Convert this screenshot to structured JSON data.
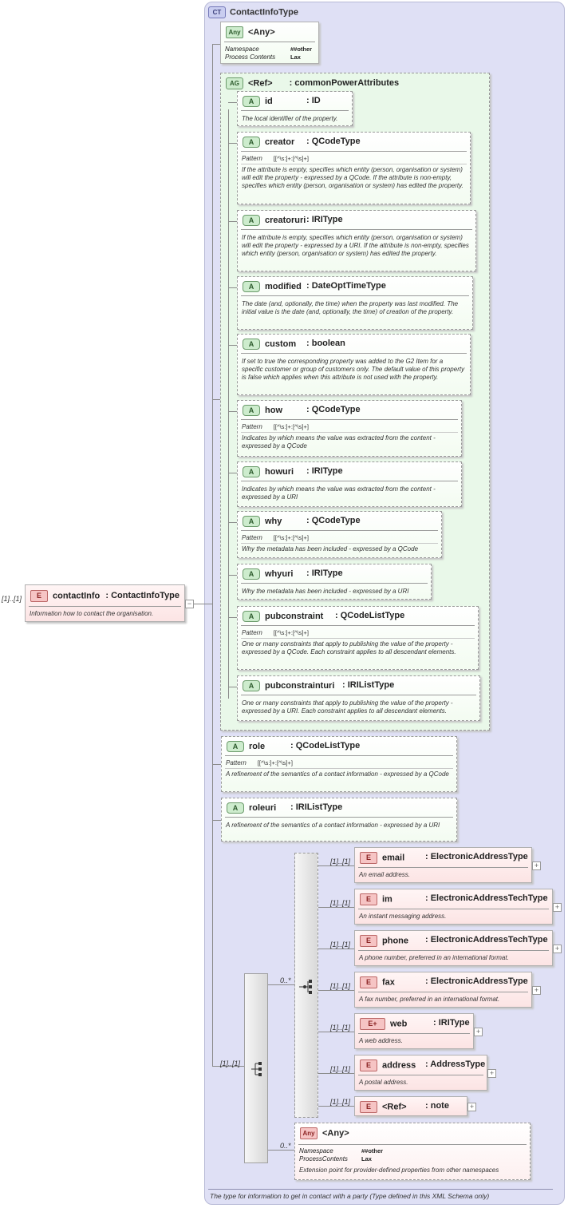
{
  "complex_type": {
    "badge": "CT",
    "name": "ContactInfoType",
    "footer": "The type for information to get in contact with a party (Type defined in this XML Schema only)"
  },
  "root_element": {
    "multiplicity": "[1]..[1]",
    "badge": "E",
    "name": "contactInfo",
    "type": ": ContactInfoType",
    "description": "Information how to contact the organisation."
  },
  "any_top": {
    "badge": "Any",
    "name": "<Any>",
    "namespace_label": "Namespace",
    "namespace_value": "##other",
    "process_label": "Process Contents",
    "process_value": "Lax"
  },
  "attribute_group": {
    "badge": "AG",
    "name": "<Ref>",
    "type": ": commonPowerAttributes",
    "attributes": [
      {
        "badge": "A",
        "name": "id",
        "type": ": ID",
        "pattern_label": "",
        "pattern": "",
        "description": "The local identifier of the property."
      },
      {
        "badge": "A",
        "name": "creator",
        "type": ": QCodeType",
        "pattern_label": "Pattern",
        "pattern": "[[^\\s:]+:[^\\s]+]",
        "description": "If the attribute is empty, specifies which entity (person, organisation or system) will edit the property - expressed by a QCode. If the attribute is non-empty, specifies which entity (person, organisation or system) has edited the property."
      },
      {
        "badge": "A",
        "name": "creatoruri",
        "type": ": IRIType",
        "pattern_label": "",
        "pattern": "",
        "description": "If the attribute is empty, specifies which entity (person, organisation or system) will edit the property - expressed by a URI. If the attribute is non-empty, specifies which entity (person, organisation or system) has edited the property."
      },
      {
        "badge": "A",
        "name": "modified",
        "type": ": DateOptTimeType",
        "pattern_label": "",
        "pattern": "",
        "description": "The date (and, optionally, the time) when the property was last modified. The initial value is the date (and, optionally, the time) of creation of the property."
      },
      {
        "badge": "A",
        "name": "custom",
        "type": ": boolean",
        "pattern_label": "",
        "pattern": "",
        "description": "If set to true the corresponding property was added to the G2 Item for a specific customer or group of customers only. The default value of this property is false which applies when this attribute is not used with the property."
      },
      {
        "badge": "A",
        "name": "how",
        "type": ": QCodeType",
        "pattern_label": "Pattern",
        "pattern": "[[^\\s:]+:[^\\s]+]",
        "description": "Indicates by which means the value was extracted from the content - expressed by a QCode"
      },
      {
        "badge": "A",
        "name": "howuri",
        "type": ": IRIType",
        "pattern_label": "",
        "pattern": "",
        "description": "Indicates by which means the value was extracted from the content - expressed by a URI"
      },
      {
        "badge": "A",
        "name": "why",
        "type": ": QCodeType",
        "pattern_label": "Pattern",
        "pattern": "[[^\\s:]+:[^\\s]+]",
        "description": "Why the metadata has been included - expressed by a QCode"
      },
      {
        "badge": "A",
        "name": "whyuri",
        "type": ": IRIType",
        "pattern_label": "",
        "pattern": "",
        "description": "Why the metadata has been included - expressed by a URI"
      },
      {
        "badge": "A",
        "name": "pubconstraint",
        "type": ": QCodeListType",
        "pattern_label": "Pattern",
        "pattern": "[[^\\s:]+:[^\\s]+]",
        "description": "One or many constraints that apply to publishing the value of the property - expressed by a QCode. Each constraint applies to all descendant elements."
      },
      {
        "badge": "A",
        "name": "pubconstrainturi",
        "type": ": IRIListType",
        "pattern_label": "",
        "pattern": "",
        "description": "One or many constraints that apply to publishing the value of the property - expressed by a URI. Each constraint applies to all descendant elements."
      }
    ]
  },
  "role_attrs": [
    {
      "badge": "A",
      "name": "role",
      "type": ": QCodeListType",
      "pattern_label": "Pattern",
      "pattern": "[[^\\s:]+:[^\\s]+]",
      "description": "A refinement of the semantics of a contact information - expressed by a QCode"
    },
    {
      "badge": "A",
      "name": "roleuri",
      "type": ": IRIListType",
      "pattern_label": "",
      "pattern": "",
      "description": "A refinement of the semantics of a contact information - expressed by a URI"
    }
  ],
  "sequence": {
    "multiplicity": "[1]..[1]",
    "choice_multiplicity": "0..*",
    "any_multiplicity": "0..*"
  },
  "choice_elements": [
    {
      "multiplicity": "[1]..[1]",
      "badge": "E",
      "name": "email",
      "type": ": ElectronicAddressType",
      "description": "An email address."
    },
    {
      "multiplicity": "[1]..[1]",
      "badge": "E",
      "name": "im",
      "type": ": ElectronicAddressTechType",
      "description": "An instant messaging address."
    },
    {
      "multiplicity": "[1]..[1]",
      "badge": "E",
      "name": "phone",
      "type": ": ElectronicAddressTechType",
      "description": "A phone number, preferred in an international format."
    },
    {
      "multiplicity": "[1]..[1]",
      "badge": "E",
      "name": "fax",
      "type": ": ElectronicAddressType",
      "description": "A fax number, preferred in an international format."
    },
    {
      "multiplicity": "[1]..[1]",
      "badge": "E+",
      "name": "web",
      "type": ": IRIType",
      "description": "A web address."
    },
    {
      "multiplicity": "[1]..[1]",
      "badge": "E",
      "name": "address",
      "type": ": AddressType",
      "description": "A postal address."
    },
    {
      "multiplicity": "[1]..[1]",
      "badge": "E",
      "name": "<Ref>",
      "type": ": note",
      "description": ""
    }
  ],
  "any_bottom": {
    "badge": "Any",
    "name": "<Any>",
    "namespace_label": "Namespace",
    "namespace_value": "##other",
    "process_label": "ProcessContents",
    "process_value": "Lax",
    "description": "Extension point for provider-defined properties from other namespaces"
  },
  "colors": {
    "ct_panel": "#dfe0f5",
    "attribute_group": "#e9f8e9",
    "element_card": "#fce4e4"
  }
}
